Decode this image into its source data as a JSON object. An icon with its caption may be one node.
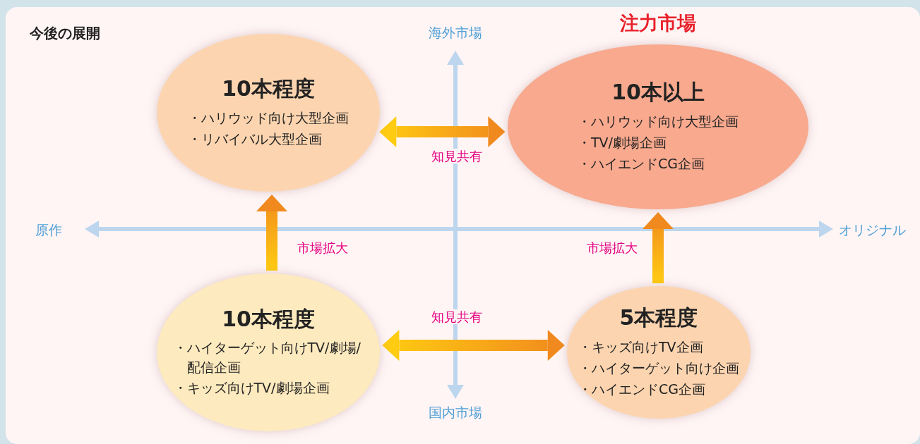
{
  "diagram": {
    "title": "今後の展開",
    "nodes": [
      {
        "text": [
          "10本程度",
          "・ハリウッド向け大型企画",
          "・リバイバル大型企画"
        ]
      },
      {
        "text": [
          "注力市場",
          "10本以上",
          "・ハリウッド向け大型企画",
          "・TV/劇場企画",
          "・ハイエンドCG企画"
        ]
      },
      {
        "text": [
          "10本程度",
          "・ハイターゲット向けTV/劇場/配信企画",
          "・キッズ向けTV/劇場企画"
        ]
      },
      {
        "text": [
          "5本程度",
          "・キッズ向けTV企画",
          "・ハイターゲット向け企画",
          "・ハイエンドCG企画"
        ]
      }
    ],
    "edges": [
      {
        "from": 0,
        "to": 1,
        "arrow": "both",
        "label": "知見共有"
      },
      {
        "from": 2,
        "to": 3,
        "arrow": "both",
        "label": "知見共有"
      },
      {
        "from": 2,
        "to": 0,
        "arrow": "to",
        "label": "市場拡大"
      },
      {
        "from": 3,
        "to": 1,
        "arrow": "to",
        "label": "市場拡大"
      }
    ],
    "labels": [
      "海外市場",
      "原作",
      "オリジナル",
      "国内市場"
    ]
  }
}
